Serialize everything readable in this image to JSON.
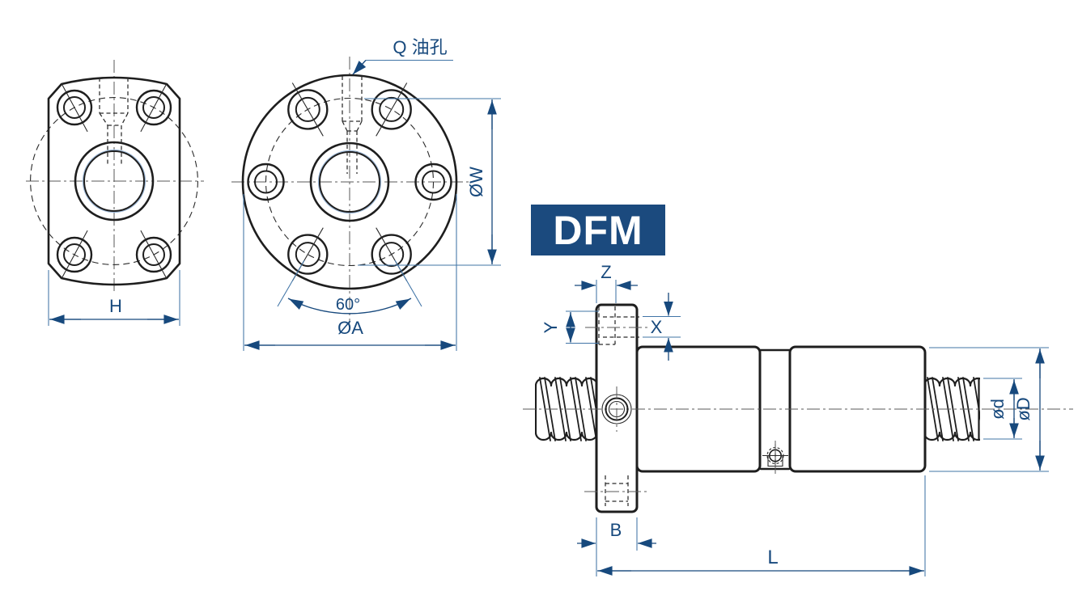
{
  "page": {
    "background": "#ffffff"
  },
  "badge": {
    "label": "DFM",
    "bg": "#1b4a7e",
    "fg": "#ffffff"
  },
  "colors": {
    "part_line": "#1e1e1e",
    "dimension": "#17497d",
    "extension": "#4074a6",
    "centerline": "#5a5a5a",
    "bore_highlight": "#9cb8d8"
  },
  "front_view": {
    "dim_width": "H"
  },
  "flange_view": {
    "oil_hole_label": "Q 油孔",
    "dim_bolt_circle": "ØW",
    "dim_angle": "60°",
    "dim_outer_dia": "ØA"
  },
  "side_view": {
    "dim_z": "Z",
    "dim_y": "Y",
    "dim_x": "X",
    "dim_flange_thickness": "B",
    "dim_total_length": "L",
    "dim_screw_dia": "ød",
    "dim_nut_dia": "øD"
  }
}
